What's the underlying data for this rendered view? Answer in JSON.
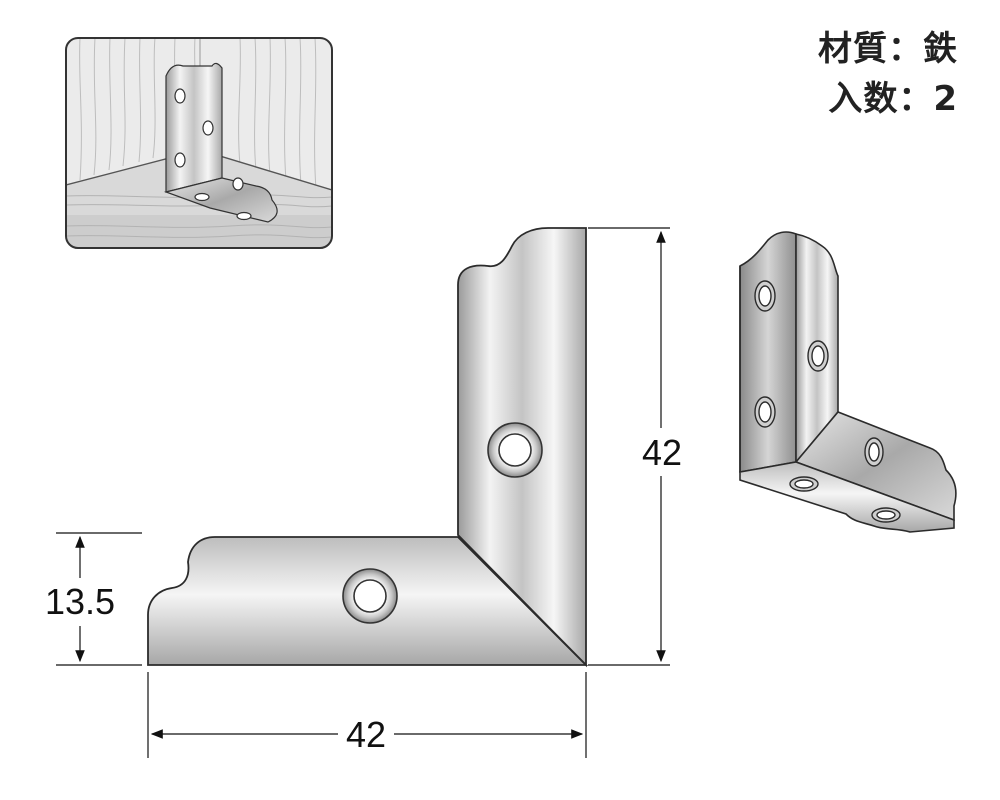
{
  "specs": {
    "material": "材質：鉄",
    "quantity": "入数：2"
  },
  "dimensions": {
    "height": "42",
    "width": "42",
    "depth": "13.5"
  },
  "colors": {
    "metal_light": "#f4f4f4",
    "metal_mid": "#c9c9c9",
    "metal_dark": "#8e8e8e",
    "outline": "#2b2b2b",
    "wood_light": "#eeeeee",
    "wood_grain": "#b8b8b8"
  }
}
